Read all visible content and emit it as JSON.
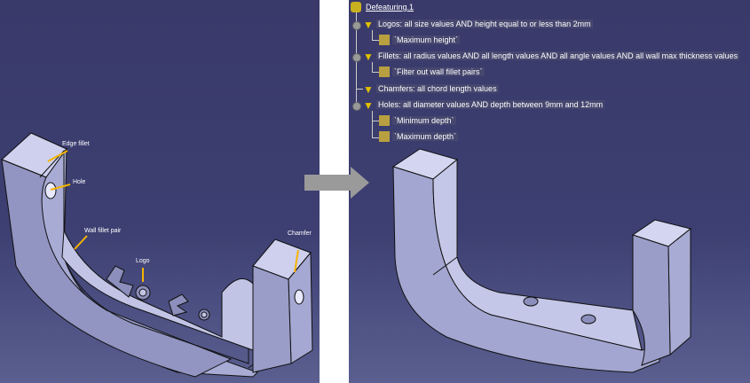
{
  "annotations": {
    "edge_fillet": "Edge fillet",
    "hole": "Hole",
    "wall_fillet_pair": "Wall fillet pair",
    "logo": "Logo",
    "chamfer": "Chamfer"
  },
  "tree": {
    "root": "Defeaturing.1",
    "filters": [
      {
        "label": "Logos: all size values AND height equal to or less than 2mm",
        "children": [
          "`Maximum height`"
        ]
      },
      {
        "label": "Fillets: all radius values AND all length values AND all angle values AND all wall max thickness values",
        "children": [
          "`Filter out wall fillet pairs`"
        ]
      },
      {
        "label": "Chamfers: all chord length values",
        "children": []
      },
      {
        "label": "Holes: all diameter values AND depth between 9mm and 12mm",
        "children": [
          "`Minimum depth`",
          "`Maximum depth`"
        ]
      }
    ]
  },
  "colors": {
    "background": "#3b3c6e",
    "part": "#b9bce0",
    "arrow": "#f5b400"
  }
}
